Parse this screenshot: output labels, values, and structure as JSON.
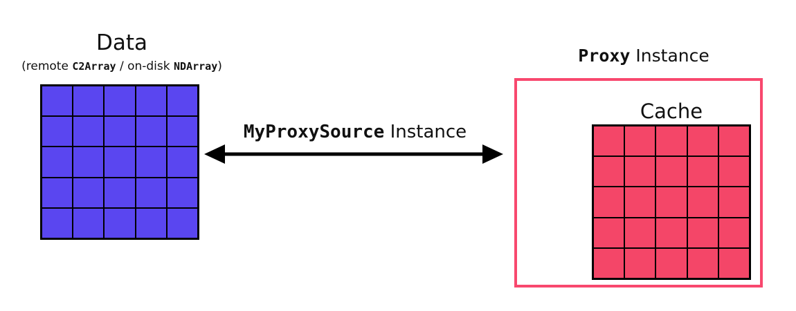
{
  "background_color": "#ffffff",
  "left": {
    "title": "Data",
    "subtitle": {
      "prefix": "(remote ",
      "code1": "C2Array",
      "middle": " / on-disk ",
      "code2": "NDArray",
      "suffix": ")"
    },
    "grid": {
      "rows": 5,
      "cols": 5,
      "cell_color": "#5a46f0",
      "line_color": "#000000"
    }
  },
  "middle": {
    "label_code": "MyProxySource",
    "label_rest": " Instance",
    "arrow_color": "#000000"
  },
  "right": {
    "title_code": "Proxy",
    "title_rest": " Instance",
    "box_border_color": "#f8486e",
    "cache_label": "Cache",
    "grid": {
      "rows": 5,
      "cols": 5,
      "cell_color": "#f44668",
      "line_color": "#000000"
    }
  }
}
